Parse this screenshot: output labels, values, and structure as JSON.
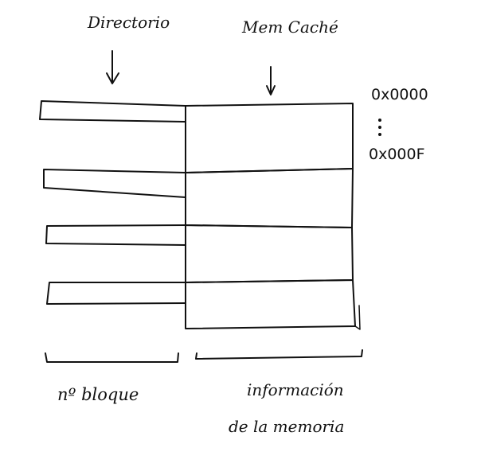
{
  "labels": {
    "directorio": "Directorio",
    "cache": "Mem Caché",
    "address_start": "0x0000",
    "address_end": "0x000F",
    "bloque": "nº bloque",
    "info_line1": "información",
    "info_line2": "de la memoria"
  },
  "directory_entries": 4,
  "cache_lines": 4,
  "colors": {
    "ink": "#111111",
    "background": "#ffffff"
  }
}
